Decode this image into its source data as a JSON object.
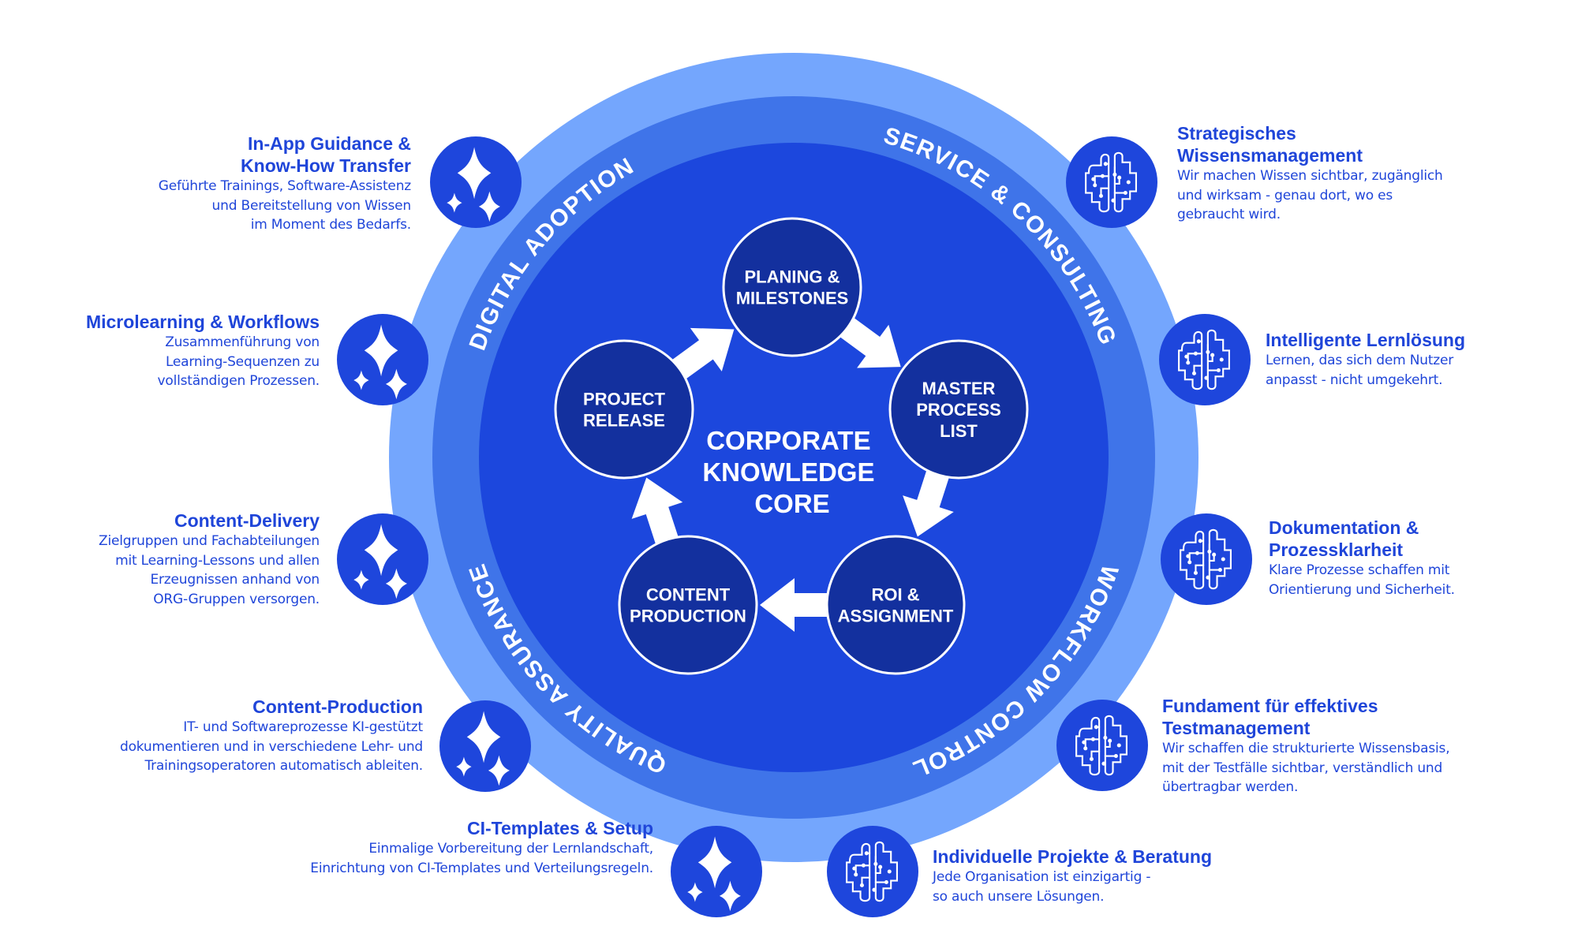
{
  "center": {
    "lines": [
      "CORPORATE",
      "KNOWLEDGE",
      "CORE"
    ]
  },
  "nodes": [
    {
      "id": "planing",
      "lines": [
        "PLANING &",
        "MILESTONES"
      ]
    },
    {
      "id": "master",
      "lines": [
        "MASTER",
        "PROCESS",
        "LIST"
      ]
    },
    {
      "id": "roi",
      "lines": [
        "ROI &",
        "ASSIGNMENT"
      ]
    },
    {
      "id": "content",
      "lines": [
        "CONTENT",
        "PRODUCTION"
      ]
    },
    {
      "id": "project",
      "lines": [
        "PROJECT",
        "RELEASE"
      ]
    }
  ],
  "ring_labels": [
    "DIGITAL ADOPTION",
    "SERVICE & CONSULTING",
    "WORKFLOW CONTROL",
    "QUALITY ASSURANCE"
  ],
  "colors": {
    "outer_ring": "#74a6fd",
    "middle_ring": "#3f74e9",
    "inner_disc": "#1c47dd",
    "node": "#13309e",
    "icon_circle": "#1e46dc",
    "text": "#1f45d9"
  },
  "left_items": [
    {
      "icon": "sparkles-icon",
      "title_lines": [
        "In-App Guidance &",
        "Know-How Transfer"
      ],
      "body_lines": [
        "Geführte Trainings, Software-Assistenz",
        "und Bereitstellung von Wissen",
        "im Moment des Bedarfs."
      ]
    },
    {
      "icon": "sparkles-icon",
      "title_lines": [
        "Microlearning & Workflows"
      ],
      "body_lines": [
        "Zusammenführung von ",
        "Learning-Sequenzen zu",
        "vollständigen Prozessen."
      ]
    },
    {
      "icon": "sparkles-icon",
      "title_lines": [
        "Content-Delivery"
      ],
      "body_lines": [
        "Zielgruppen und Fachabteilungen",
        "mit Learning-Lessons und allen",
        "Erzeugnissen anhand von",
        "ORG-Gruppen versorgen."
      ]
    },
    {
      "icon": "sparkles-icon",
      "title_lines": [
        "Content-Production"
      ],
      "body_lines": [
        "IT- und Softwareprozesse KI-gestützt ",
        "dokumentieren und in verschiedene Lehr- und",
        "Trainingsoperatoren automatisch ableiten."
      ]
    },
    {
      "icon": "sparkles-icon",
      "title_lines": [
        "CI-Templates & Setup"
      ],
      "body_lines": [
        "Einmalige Vorbereitung der Lernlandschaft,",
        "Einrichtung von CI-Templates und Verteilungsregeln."
      ]
    }
  ],
  "right_items": [
    {
      "icon": "brain-circuit-icon",
      "title_lines": [
        "Strategisches",
        "Wissensmanagement"
      ],
      "body_lines": [
        "Wir machen Wissen sichtbar, zugänglich",
        "und wirksam - genau dort, wo es",
        "gebraucht wird."
      ]
    },
    {
      "icon": "brain-circuit-icon",
      "title_lines": [
        "Intelligente Lernlösung"
      ],
      "body_lines": [
        "Lernen, das sich dem Nutzer",
        "anpasst - nicht umgekehrt."
      ]
    },
    {
      "icon": "brain-circuit-icon",
      "title_lines": [
        "Dokumentation &",
        "Prozessklarheit"
      ],
      "body_lines": [
        "Klare Prozesse schaffen mit",
        "Orientierung und Sicherheit."
      ]
    },
    {
      "icon": "brain-circuit-icon",
      "title_lines": [
        "Fundament für effektives",
        "Testmanagement"
      ],
      "body_lines": [
        "Wir schaffen die strukturierte Wissensbasis,",
        "mit der Testfälle sichtbar, verständlich und",
        "übertragbar werden."
      ]
    },
    {
      "icon": "brain-circuit-icon",
      "title_lines": [
        "Individuelle Projekte & Beratung"
      ],
      "body_lines": [
        "Jede Organisation ist einzigartig -",
        "so auch unsere Lösungen."
      ]
    }
  ]
}
